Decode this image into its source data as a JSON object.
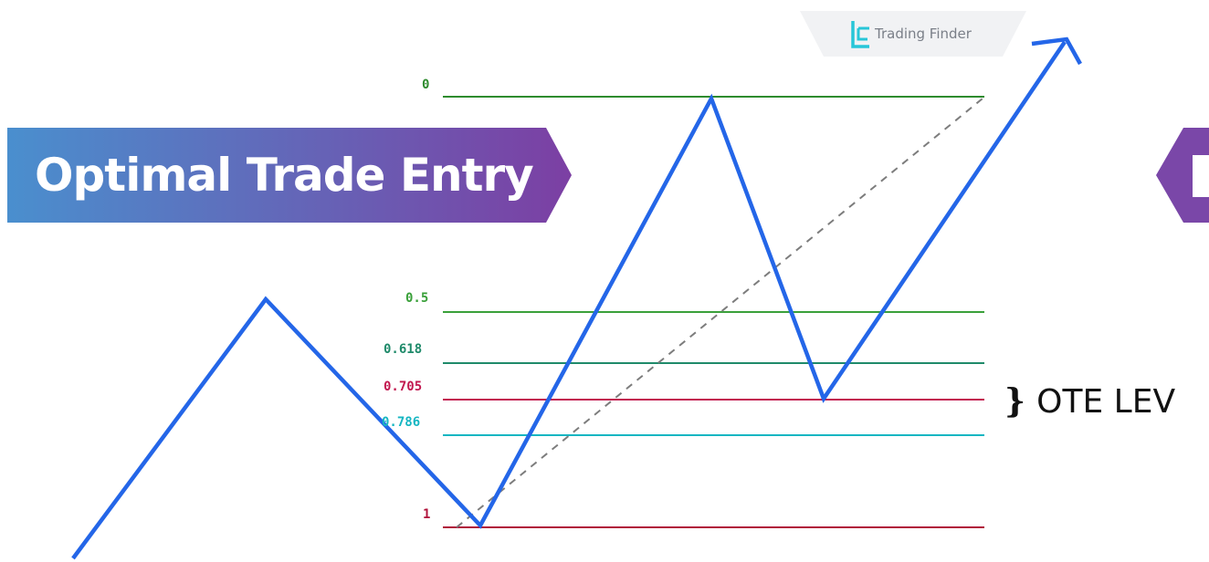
{
  "title": "Optimal Trade Entry",
  "brand": {
    "name": "Trading Finder"
  },
  "fib_levels": [
    {
      "id": "level-0",
      "label": "0",
      "color": "#2e8b2e"
    },
    {
      "id": "level-0-5",
      "label": "0.5",
      "color": "#3aa03a"
    },
    {
      "id": "level-0-618",
      "label": "0.618",
      "color": "#1f8a6a"
    },
    {
      "id": "level-0-705",
      "label": "0.705",
      "color": "#c2184f"
    },
    {
      "id": "level-0-786",
      "label": "0.786",
      "color": "#16b6c2"
    },
    {
      "id": "level-1",
      "label": "1",
      "color": "#b0123a"
    }
  ],
  "ote": {
    "brace": "}",
    "label": "OTE LEV"
  },
  "colors": {
    "price_path": "#2466e8",
    "banner_start": "#4a8fce",
    "banner_end": "#7c3fa3",
    "dashed_line": "#7d7d7d"
  }
}
